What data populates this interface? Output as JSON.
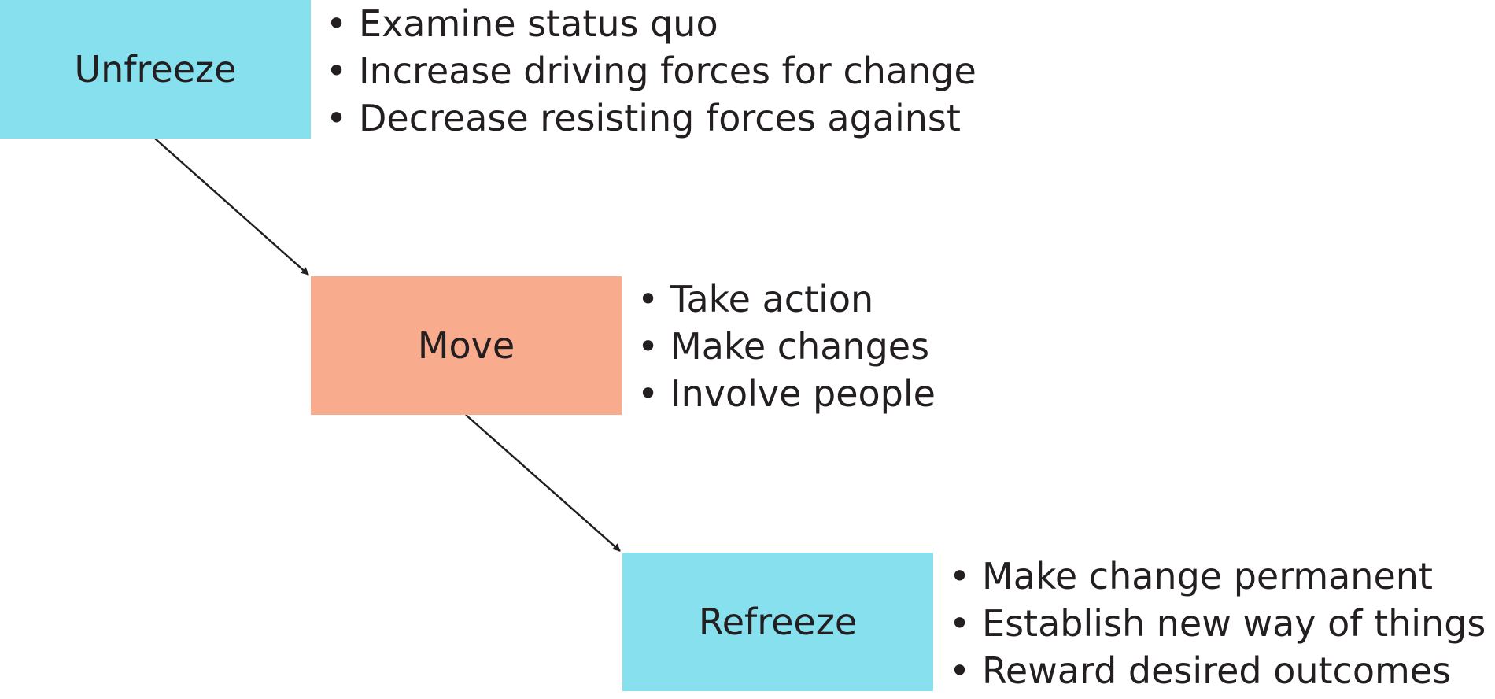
{
  "colors": {
    "freeze_box": "#86e0ee",
    "move_box": "#f8ab8d",
    "arrow": "#231f20",
    "text": "#231f20"
  },
  "bullet_symbol": "•",
  "stages": [
    {
      "label": "Unfreeze",
      "items": [
        "Examine status quo",
        "Increase driving forces for change",
        "Decrease resisting forces against"
      ]
    },
    {
      "label": "Move",
      "items": [
        "Take action",
        "Make changes",
        "Involve people"
      ]
    },
    {
      "label": "Refreeze",
      "items": [
        "Make change permanent",
        "Establish new way of things",
        "Reward desired outcomes"
      ]
    }
  ]
}
